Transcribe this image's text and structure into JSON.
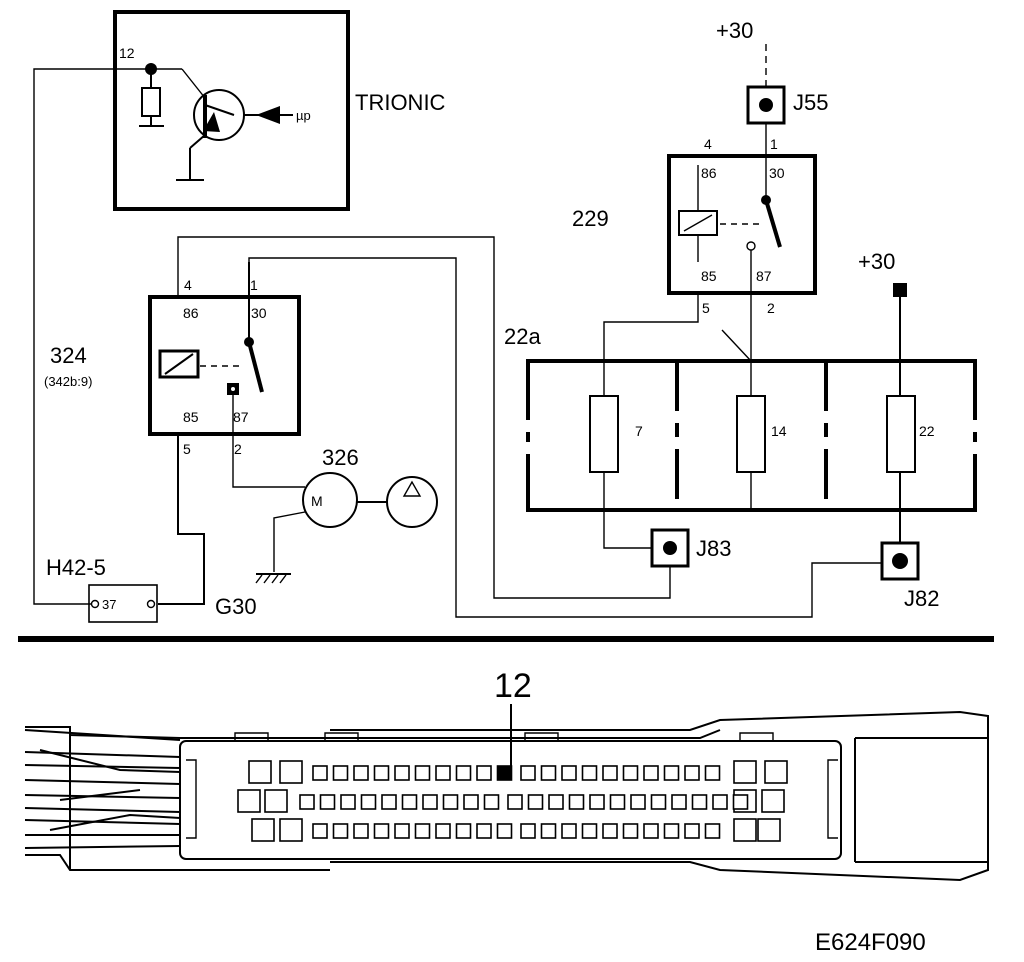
{
  "figure_code": "E624F090",
  "trionic": {
    "label": "TRIONIC",
    "pin": "12",
    "input_label": "µp"
  },
  "relay_324": {
    "id": "324",
    "reference": "(342b:9)",
    "pins": {
      "p86": "86",
      "p30": "30",
      "p85": "85",
      "p87": "87"
    },
    "wires": {
      "w4": "4",
      "w1": "1",
      "w5": "5",
      "w2": "2"
    }
  },
  "relay_229": {
    "id": "229",
    "pins": {
      "p86": "86",
      "p30": "30",
      "p85": "85",
      "p87": "87"
    },
    "wires": {
      "w4": "4",
      "w1": "1",
      "w5": "5",
      "w2": "2"
    }
  },
  "supply_j55": "+30",
  "supply_j82": "+30",
  "fusebox": {
    "id": "22a",
    "fuses": [
      "7",
      "14",
      "22"
    ]
  },
  "junctions": {
    "j55": "J55",
    "j83": "J83",
    "j82": "J82"
  },
  "pump": {
    "id": "326",
    "motor": "M"
  },
  "connector_h42": {
    "id": "H42-5",
    "pin": "37"
  },
  "ground": "G30",
  "ecu_connector": {
    "pin_callout": "12"
  }
}
